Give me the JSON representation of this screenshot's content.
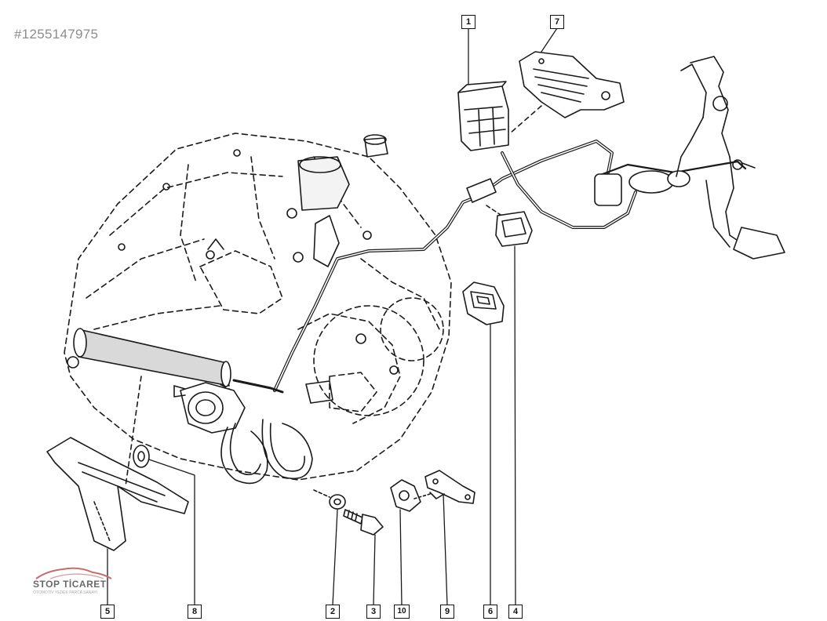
{
  "stock_id": "#1255147975",
  "callouts": [
    "1",
    "7",
    "5",
    "8",
    "2",
    "3",
    "10",
    "9",
    "6",
    "4"
  ],
  "watermark": {
    "name": "STOP TİCARET",
    "tagline": "OTOMOTIV YEDEK PARCA SANAYI"
  },
  "colors": {
    "line": "#1a1a1a",
    "watermark": "#c96a6a"
  }
}
